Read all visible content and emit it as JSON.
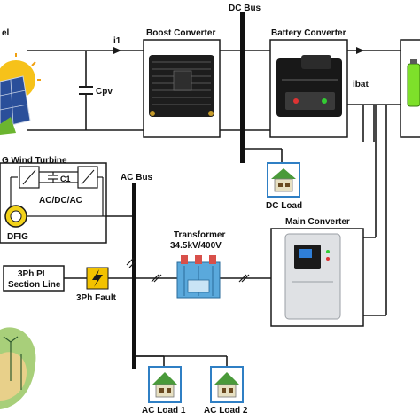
{
  "labels": {
    "pv_panel": "el",
    "cpv": "Cpv",
    "i1": "i1",
    "boost_converter": "Boost Converter",
    "dc_bus": "DC Bus",
    "battery_converter": "Battery Converter",
    "ibat": "ibat",
    "dc_load": "DC Load",
    "wind_turbine": "G Wind Turbine",
    "c1": "C1",
    "acdcac": "AC/DC/AC",
    "dfig": "DFIG",
    "ac_bus": "AC Bus",
    "transformer": "Transformer",
    "transformer_rating": "34.5kV/400V",
    "main_converter": "Main Converter",
    "pi_section_line_1": "3Ph PI",
    "pi_section_line_2": "Section Line",
    "fault": "3Ph Fault",
    "ac_load_1": "AC Load 1",
    "ac_load_2": "AC Load 2"
  },
  "colors": {
    "wire": "#1a1a1a",
    "battery_green": "#7ee02a",
    "transformer_blue": "#5aa9dc",
    "transformer_red": "#d8504a",
    "house_green": "#4a9a3a",
    "load_box_blue": "#2f7fc4",
    "fault_yellow": "#f2c200"
  }
}
